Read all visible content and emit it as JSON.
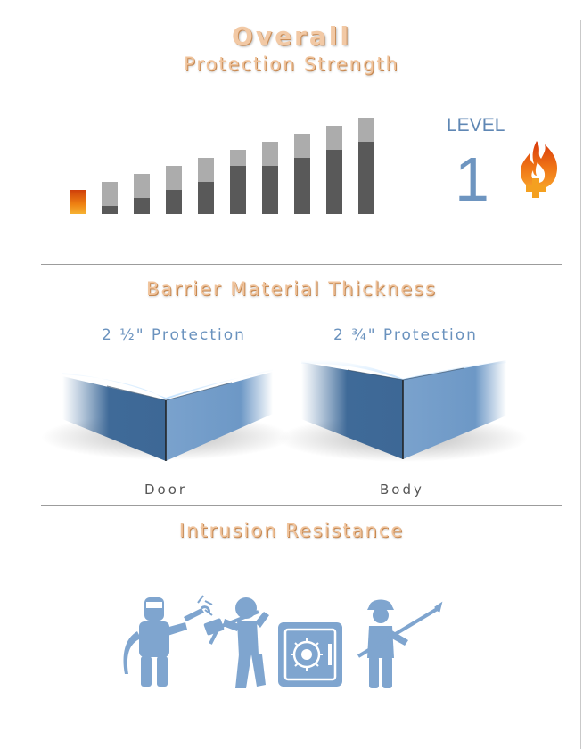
{
  "header": {
    "title": "Overall",
    "subtitle": "Protection Strength"
  },
  "strength_meter": {
    "type": "bar",
    "values": [
      3,
      4,
      5,
      6,
      7,
      8,
      9,
      10,
      11,
      12
    ],
    "caps": [
      3,
      3,
      3,
      3,
      3,
      2,
      3,
      3,
      3,
      3
    ],
    "active_index": 0,
    "colors": {
      "base": "#595959",
      "cap": "#acacac",
      "active_bottom": "#6f9ac7",
      "active_top": "#e26b10"
    }
  },
  "level": {
    "label": "LEVEL",
    "value": "1",
    "icon": "fire-plus-icon"
  },
  "barrier": {
    "title": "Barrier Material Thickness",
    "door": {
      "protection": "2 ½\" Protection",
      "label": "Door"
    },
    "body": {
      "protection": "2 ¾\" Protection",
      "label": "Body"
    }
  },
  "intrusion": {
    "title": "Intrusion Resistance",
    "icons": [
      "welder-torch-icon",
      "sledgehammer-worker-icon",
      "safe-icon",
      "pry-bar-worker-icon"
    ]
  }
}
